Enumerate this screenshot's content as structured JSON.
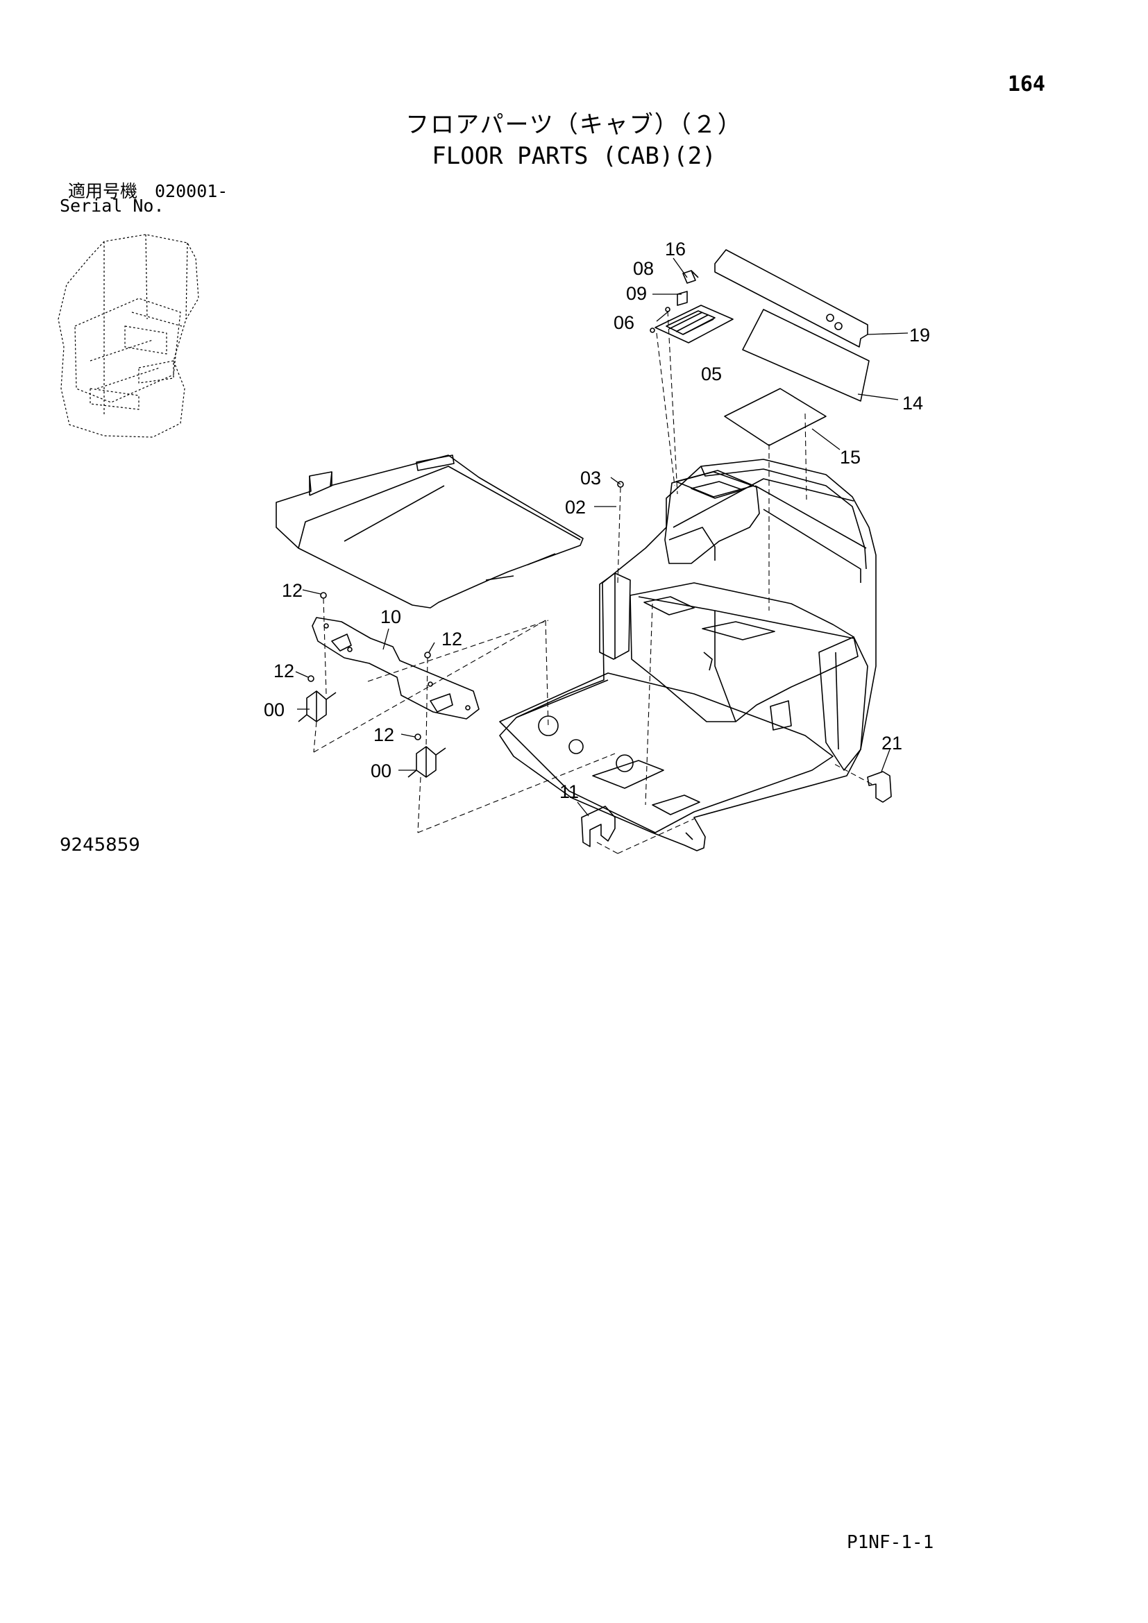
{
  "page": {
    "number": "164",
    "title_ja": "フロアパーツ（キャブ）（２）",
    "title_en": "FLOOR PARTS (CAB)(2)",
    "serial_ja": "適用号機　020001-",
    "serial_en": "Serial No.",
    "drawing_number": "9245859",
    "footer_code": "P1NF-1-1"
  },
  "callouts": {
    "c16": "16",
    "c08": "08",
    "c09": "09",
    "c06": "06",
    "c05": "05",
    "c19": "19",
    "c14": "14",
    "c15": "15",
    "c03": "03",
    "c02": "02",
    "c12a": "12",
    "c10": "10",
    "c12b": "12",
    "c12c": "12",
    "c00a": "00",
    "c12d": "12",
    "c00b": "00",
    "c11": "11",
    "c21": "21"
  }
}
